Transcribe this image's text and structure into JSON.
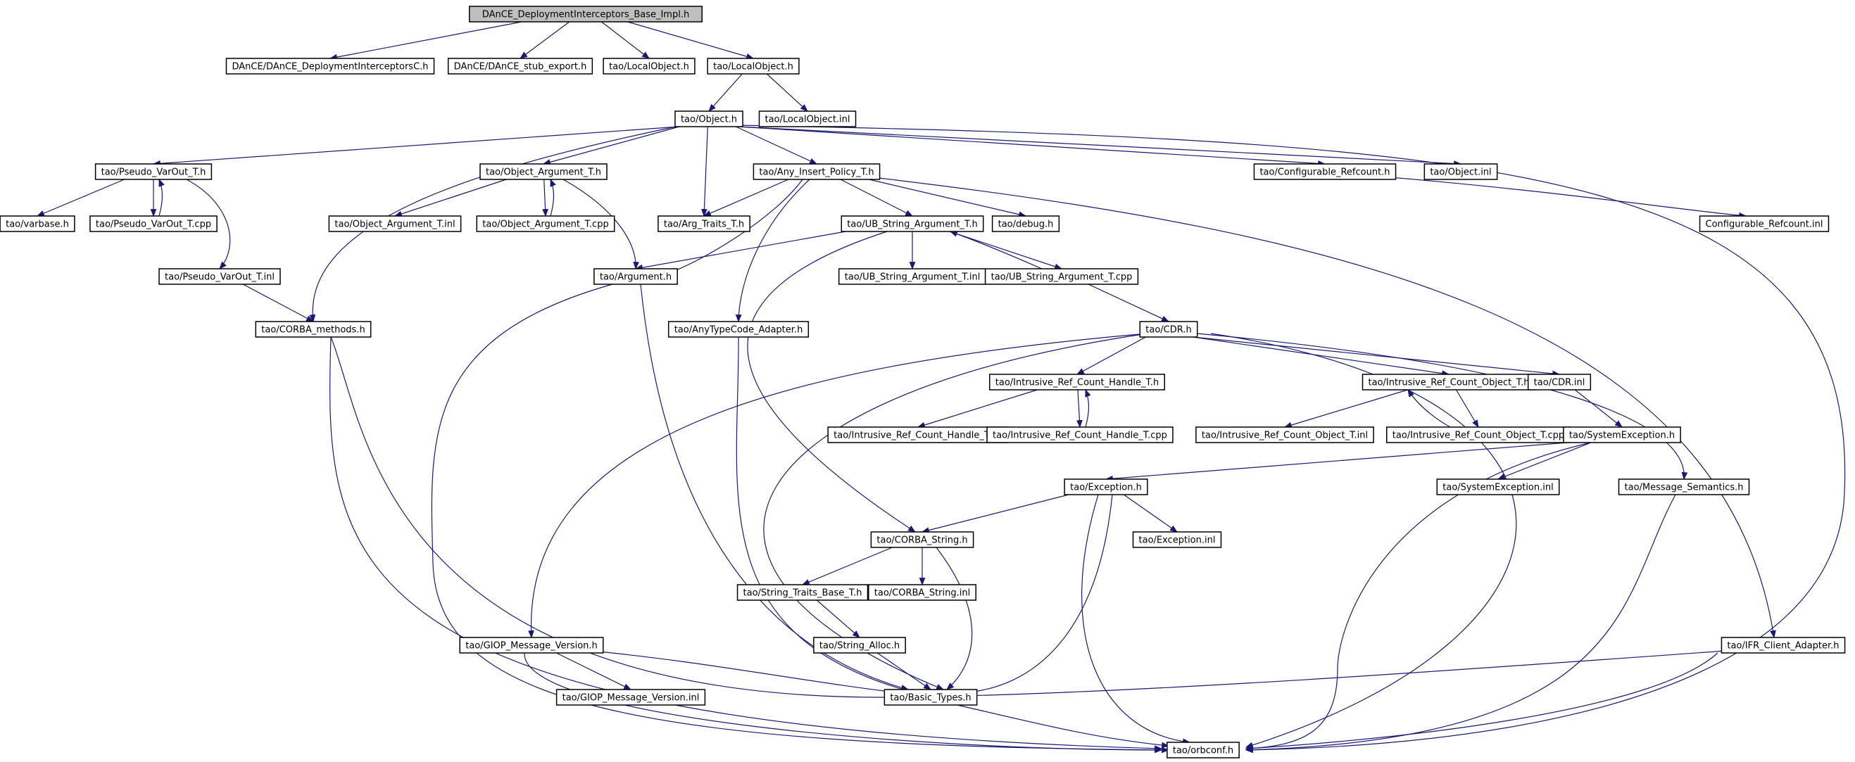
{
  "colors": {
    "edge": "#191970",
    "node_border": "#000000",
    "root_fill": "#bfbfbf",
    "external_border": "#bfbfbf",
    "background": "#ffffff"
  },
  "nodes": [
    {
      "id": "root",
      "label": "DAnCE_DeploymentInterceptors_Base_Impl.h",
      "style": "root"
    },
    {
      "id": "dic",
      "label": "DAnCE/DAnCE_DeploymentInterceptorsC.h",
      "style": "external"
    },
    {
      "id": "stub",
      "label": "DAnCE/DAnCE_stub_export.h",
      "style": "external"
    },
    {
      "id": "lo_ext",
      "label": "tao/LocalObject.h",
      "style": "external"
    },
    {
      "id": "lo",
      "label": "tao/LocalObject.h",
      "style": "normal"
    },
    {
      "id": "obj",
      "label": "tao/Object.h",
      "style": "normal"
    },
    {
      "id": "loinl",
      "label": "tao/LocalObject.inl",
      "style": "normal"
    },
    {
      "id": "pvh",
      "label": "tao/Pseudo_VarOut_T.h",
      "style": "normal"
    },
    {
      "id": "oah",
      "label": "tao/Object_Argument_T.h",
      "style": "normal"
    },
    {
      "id": "aip",
      "label": "tao/Any_Insert_Policy_T.h",
      "style": "normal"
    },
    {
      "id": "cref",
      "label": "tao/Configurable_Refcount.h",
      "style": "normal"
    },
    {
      "id": "objinl",
      "label": "tao/Object.inl",
      "style": "normal"
    },
    {
      "id": "varbase",
      "label": "tao/varbase.h",
      "style": "normal"
    },
    {
      "id": "pvcpp",
      "label": "tao/Pseudo_VarOut_T.cpp",
      "style": "normal"
    },
    {
      "id": "oainl",
      "label": "tao/Object_Argument_T.inl",
      "style": "normal"
    },
    {
      "id": "oacpp",
      "label": "tao/Object_Argument_T.cpp",
      "style": "normal"
    },
    {
      "id": "argtr",
      "label": "tao/Arg_Traits_T.h",
      "style": "normal"
    },
    {
      "id": "ubh",
      "label": "tao/UB_String_Argument_T.h",
      "style": "normal"
    },
    {
      "id": "debug",
      "label": "tao/debug.h",
      "style": "normal"
    },
    {
      "id": "crefinl",
      "label": "Configurable_Refcount.inl",
      "style": "normal"
    },
    {
      "id": "pvinl",
      "label": "tao/Pseudo_VarOut_T.inl",
      "style": "normal"
    },
    {
      "id": "arg",
      "label": "tao/Argument.h",
      "style": "normal"
    },
    {
      "id": "ubinl",
      "label": "tao/UB_String_Argument_T.inl",
      "style": "normal"
    },
    {
      "id": "ubcpp",
      "label": "tao/UB_String_Argument_T.cpp",
      "style": "normal"
    },
    {
      "id": "corbam",
      "label": "tao/CORBA_methods.h",
      "style": "normal"
    },
    {
      "id": "anytc",
      "label": "tao/AnyTypeCode_Adapter.h",
      "style": "normal"
    },
    {
      "id": "cdr",
      "label": "tao/CDR.h",
      "style": "normal"
    },
    {
      "id": "irch",
      "label": "tao/Intrusive_Ref_Count_Handle_T.h",
      "style": "normal"
    },
    {
      "id": "irco",
      "label": "tao/Intrusive_Ref_Count_Object_T.h",
      "style": "normal"
    },
    {
      "id": "cdrinl",
      "label": "tao/CDR.inl",
      "style": "normal"
    },
    {
      "id": "irchinl",
      "label": "tao/Intrusive_Ref_Count_Handle_T.inl",
      "style": "normal"
    },
    {
      "id": "irchcpp",
      "label": "tao/Intrusive_Ref_Count_Handle_T.cpp",
      "style": "normal"
    },
    {
      "id": "ircoinl",
      "label": "tao/Intrusive_Ref_Count_Object_T.inl",
      "style": "normal"
    },
    {
      "id": "ircocpp",
      "label": "tao/Intrusive_Ref_Count_Object_T.cpp",
      "style": "normal"
    },
    {
      "id": "sysex",
      "label": "tao/SystemException.h",
      "style": "normal"
    },
    {
      "id": "exc",
      "label": "tao/Exception.h",
      "style": "normal"
    },
    {
      "id": "sysexinl",
      "label": "tao/SystemException.inl",
      "style": "normal"
    },
    {
      "id": "msgsem",
      "label": "tao/Message_Semantics.h",
      "style": "normal"
    },
    {
      "id": "cstr",
      "label": "tao/CORBA_String.h",
      "style": "normal"
    },
    {
      "id": "excinl",
      "label": "tao/Exception.inl",
      "style": "normal"
    },
    {
      "id": "stb",
      "label": "tao/String_Traits_Base_T.h",
      "style": "normal"
    },
    {
      "id": "cstrinl",
      "label": "tao/CORBA_String.inl",
      "style": "normal"
    },
    {
      "id": "salloc",
      "label": "tao/String_Alloc.h",
      "style": "normal"
    },
    {
      "id": "giop",
      "label": "tao/GIOP_Message_Version.h",
      "style": "normal"
    },
    {
      "id": "ifr",
      "label": "tao/IFR_Client_Adapter.h",
      "style": "normal"
    },
    {
      "id": "giopinl",
      "label": "tao/GIOP_Message_Version.inl",
      "style": "normal"
    },
    {
      "id": "basic",
      "label": "tao/Basic_Types.h",
      "style": "normal"
    },
    {
      "id": "orbconf",
      "label": "tao/orbconf.h",
      "style": "normal"
    }
  ]
}
